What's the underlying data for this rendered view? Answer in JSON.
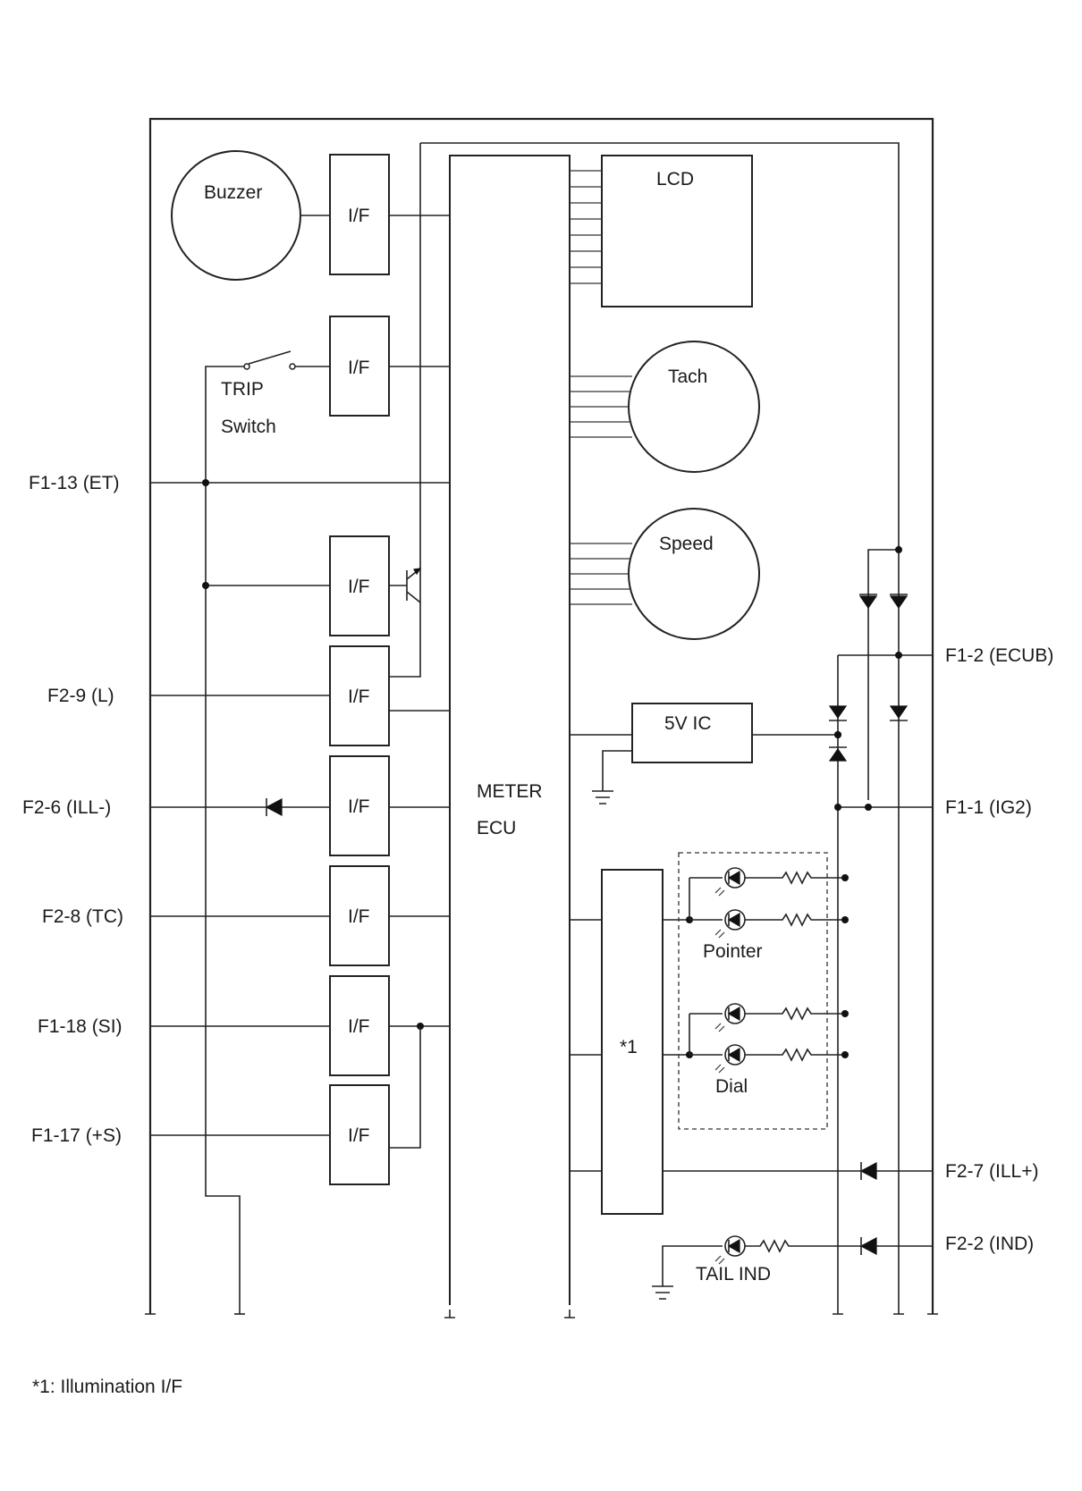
{
  "components": {
    "buzzer": "Buzzer",
    "interface": "I/F",
    "lcd": "LCD",
    "tach": "Tach",
    "speed": "Speed",
    "trip_switch_line1": "TRIP",
    "trip_switch_line2": "Switch",
    "meter_ecu_line1": "METER",
    "meter_ecu_line2": "ECU",
    "ic_5v": "5V IC",
    "illumination_block": "*1",
    "pointer": "Pointer",
    "dial": "Dial",
    "tail_ind": "TAIL IND"
  },
  "terminals": {
    "f1_13": "F1-13 (ET)",
    "f2_9": "F2-9 (L)",
    "f2_6": "F2-6 (ILL-)",
    "f2_8": "F2-8 (TC)",
    "f1_18": "F1-18 (SI)",
    "f1_17": "F1-17 (+S)",
    "f1_2": "F1-2 (ECUB)",
    "f1_1": "F1-1 (IG2)",
    "f2_7": "F2-7 (ILL+)",
    "f2_2": "F2-2 (IND)"
  },
  "footnote": "*1: Illumination I/F"
}
